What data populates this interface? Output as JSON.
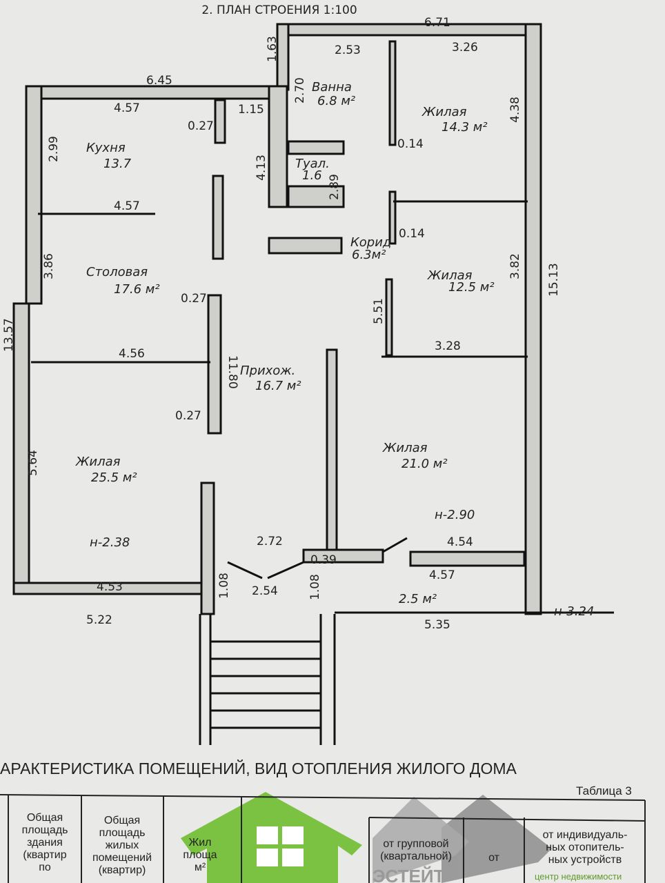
{
  "plan": {
    "title": "2. ПЛАН СТРОЕНИЯ 1:100",
    "labels": {
      "d671": "6.71",
      "d163": "1.63",
      "d253": "2.53",
      "d326": "3.26",
      "d645": "6.45",
      "d457a": "4.57",
      "d115": "1.15",
      "d270": "2.70",
      "bath": "Ванна",
      "bath_area": "6.8 м²",
      "liv1": "Жилая",
      "liv1_area": "14.3 м²",
      "d438": "4.38",
      "d027a": "0.27",
      "d299": "2.99",
      "kitchen": "Кухня",
      "kitchen_area": "13.7",
      "d413": "4.13",
      "wc": "Туал.",
      "wc_area": "1.6",
      "d014a": "0.14",
      "d289": "2.89",
      "d457b": "4.57",
      "d014b": "0.14",
      "corr": "Корид",
      "corr_area": "6.3м²",
      "d386": "3.86",
      "dining": "Столовая",
      "dining_area": "17.6 м²",
      "liv2": "Жилая",
      "liv2_area": "12.5 м²",
      "d382": "3.82",
      "d1513": "15.13",
      "d027b": "0.27",
      "d551": "5.51",
      "d1357": "13.57",
      "d1180": "11.80",
      "d456": "4.56",
      "d328": "3.28",
      "hall": "Прихож.",
      "hall_area": "16.7 м²",
      "d027c": "0.27",
      "d564": "5.64",
      "liv3": "Жилая",
      "liv3_area": "21.0 м²",
      "liv4": "Жилая",
      "liv4_area": "25.5 м²",
      "h290": "н-2.90",
      "h238": "н-2.38",
      "d272": "2.72",
      "d454": "4.54",
      "d039": "0.39",
      "d453": "4.53",
      "d457c": "4.57",
      "d108a": "1.08",
      "d254": "2.54",
      "d108b": "1.08",
      "porch_area": "2.5 м²",
      "h324": "н-3.24",
      "d522": "5.22",
      "d535": "5.35"
    }
  },
  "table": {
    "heading": "АРАКТЕРИСТИКА ПОМЕЩЕНИЙ, ВИД ОТОПЛЕНИЯ ЖИЛОГО ДОМА",
    "caption": "Таблица 3",
    "columns": [
      [
        "Общая",
        "площадь",
        "здания",
        "(квартир",
        "по"
      ],
      [
        "Общая",
        "площадь",
        "жилых",
        "помещений",
        "(квартир)"
      ],
      [
        "Жил",
        "площа",
        "м²"
      ],
      [
        "от групповой",
        "(квартальной)"
      ],
      [
        "от"
      ],
      [
        "от индивидуаль-",
        "ных отопитель-",
        "ных устройств"
      ]
    ]
  },
  "watermark": {
    "brand": "ЭСТЕЙТ",
    "tagline": "центр недвижимости",
    "colors": {
      "green": "#7cc242",
      "gray": "#9a9a9a"
    }
  }
}
